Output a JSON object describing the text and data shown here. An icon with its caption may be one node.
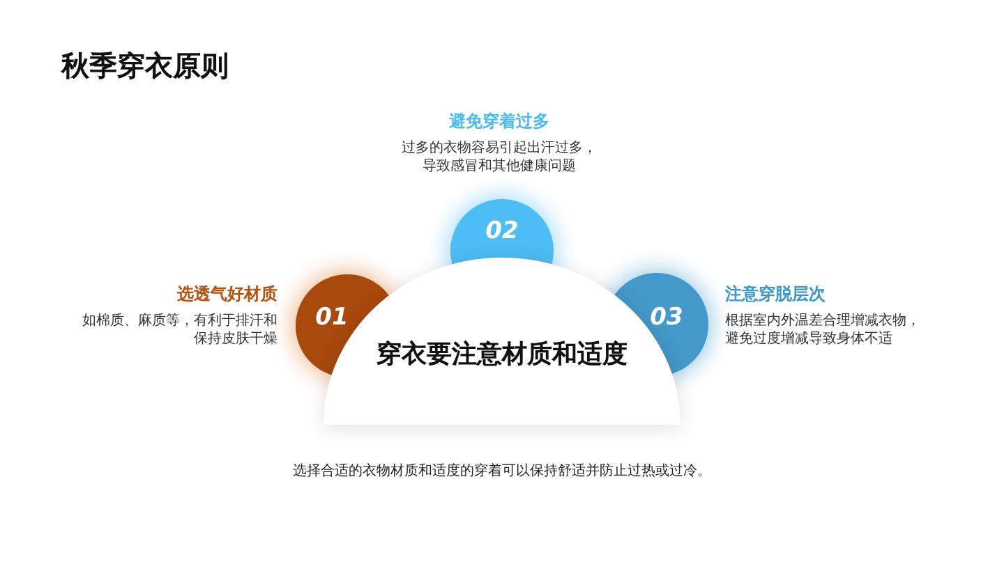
{
  "diagram": {
    "title": "秋季穿衣原则",
    "nodes": [
      {
        "text": [
          "01"
        ],
        "beside": [
          "选透气好材质",
          "如棉质、麻质等，有利于排汗和保持皮肤干燥"
        ]
      },
      {
        "text": [
          "02"
        ],
        "beside": [
          "避免穿着过多",
          "过多的衣物容易引起出汗过多，导致感冒和其他健康问题"
        ]
      },
      {
        "text": [
          "03"
        ],
        "beside": [
          "注意穿脱层次",
          "根据室内外温差合理增减衣物，避免过度增减导致身体不适"
        ]
      },
      {
        "text": [
          "穿衣要注意材质和适度"
        ]
      }
    ],
    "caption": "选择合适的衣物材质和适度的穿着可以保持舒适并防止过热或过冷。"
  }
}
